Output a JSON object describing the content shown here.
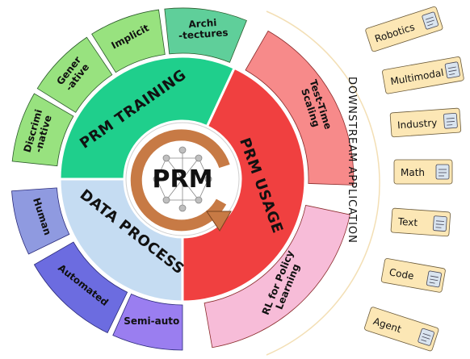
{
  "center": {
    "label": "PRM"
  },
  "segments": {
    "training": {
      "label": "PRM TRAINING",
      "color": "#1fcf8c"
    },
    "usage": {
      "label": "PRM USAGE",
      "color": "#f04040"
    },
    "data": {
      "label": "DATA PROCESS",
      "color": "#c5dcf2"
    }
  },
  "training_items": [
    {
      "label": "Discrimi\n-native",
      "color": "#98e27f"
    },
    {
      "label": "Gener\n-ative",
      "color": "#98e27f"
    },
    {
      "label": "Implicit",
      "color": "#98e27f"
    },
    {
      "label": "Archi\n-tectures",
      "color": "#5fcf9a"
    }
  ],
  "usage_items": [
    {
      "label": "Test-Time\nScaling",
      "color": "#f78a8a"
    },
    {
      "label": "RL for Policy\nLearning",
      "color": "#f7bcd8"
    }
  ],
  "data_items": [
    {
      "label": "Human",
      "color": "#8f9ae0"
    },
    {
      "label": "Automated",
      "color": "#6c6ce0"
    },
    {
      "label": "Semi-auto",
      "color": "#9a7ef0"
    }
  ],
  "downstream": {
    "title": "DOWNSTREAM APPLICATION",
    "items": [
      {
        "label": "Robotics",
        "icon": "robot-icon"
      },
      {
        "label": "Multimodal",
        "icon": "image-icon"
      },
      {
        "label": "Industry",
        "icon": "gear-icon"
      },
      {
        "label": "Math",
        "icon": "calculator-icon"
      },
      {
        "label": "Text",
        "icon": "document-icon"
      },
      {
        "label": "Code",
        "icon": "code-window-icon"
      },
      {
        "label": "Agent",
        "icon": "agent-icon"
      }
    ],
    "card_color": "#fce7b5"
  }
}
